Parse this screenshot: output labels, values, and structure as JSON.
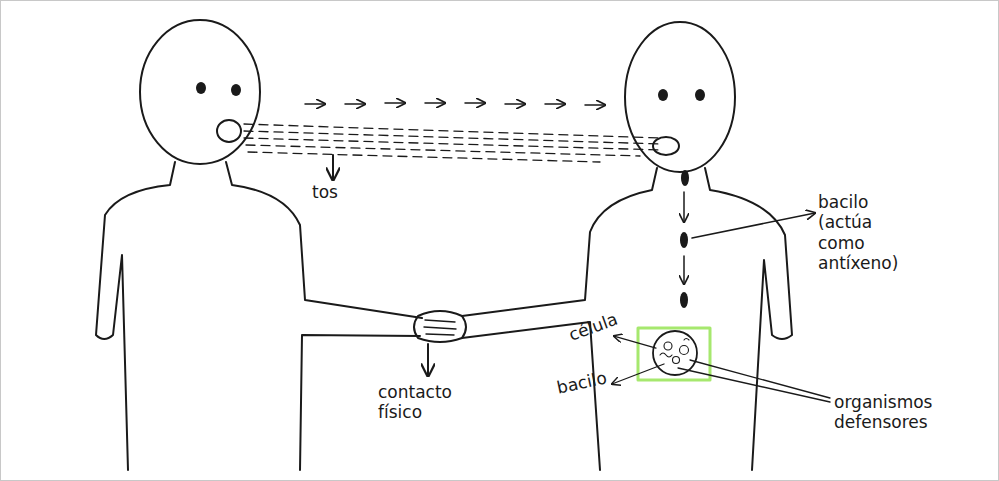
{
  "diagram": {
    "labels": [
      "tos",
      "contacto físico",
      "bacilo (actúa como antíxeno)",
      "célula",
      "bacilo",
      "organismos defensores"
    ]
  }
}
